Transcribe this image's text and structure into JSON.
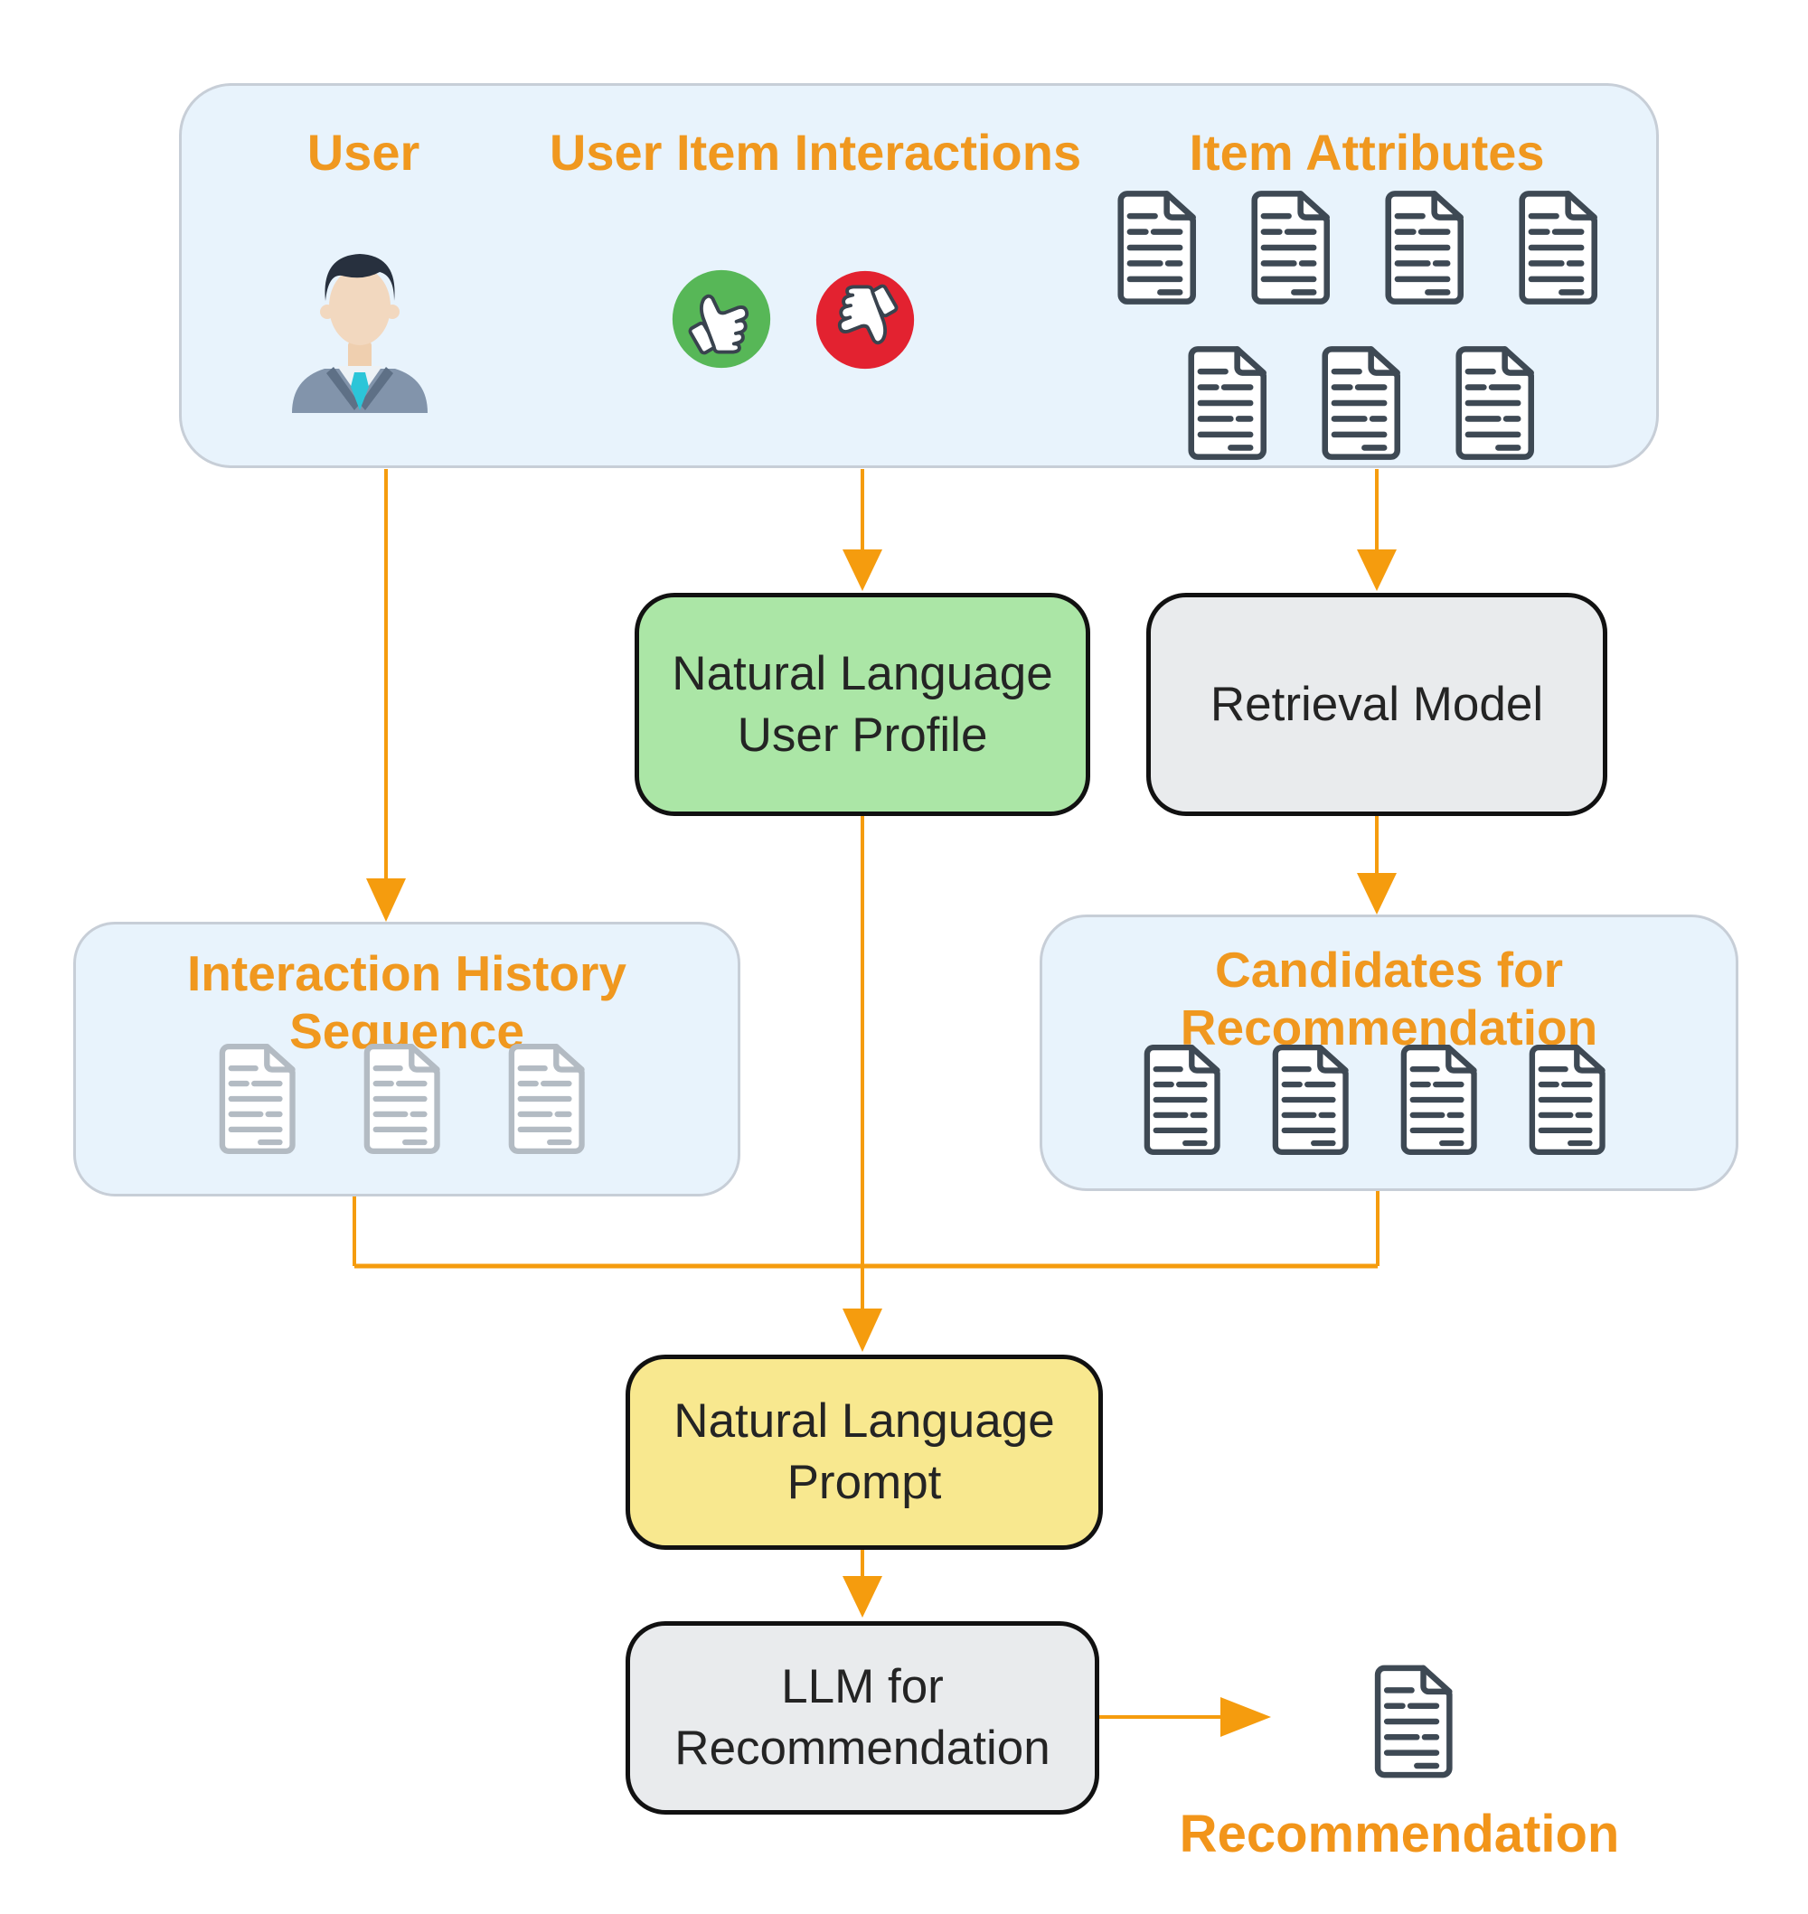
{
  "top_panel": {
    "user_label": "User",
    "interactions_label": "User Item Interactions",
    "item_attributes_label": "Item Attributes",
    "item_attributes_doc_rows": [
      4,
      3
    ]
  },
  "nodes": {
    "nl_user_profile": "Natural Language\nUser Profile",
    "retrieval_model": "Retrieval Model",
    "interaction_history": {
      "title": "Interaction History Sequence",
      "doc_count": 3
    },
    "candidates": {
      "title": "Candidates for Recommendation",
      "doc_count": 4
    },
    "nl_prompt": "Natural Language\nPrompt",
    "llm": "LLM for\nRecommendation",
    "recommendation_label": "Recommendation"
  },
  "icons": {
    "user_avatar": "person-icon",
    "like": "thumbs-up-icon",
    "dislike": "thumbs-down-icon",
    "item_document": "document-icon"
  },
  "colors": {
    "label_orange": "#F0981F",
    "arrow_orange": "#F59C0E",
    "panel_blue_fill": "#E8F3FC",
    "panel_blue_border": "#C7CED7",
    "node_green": "#ABE6A6",
    "node_gray": "#E9EBED",
    "node_yellow": "#F8E88F",
    "node_border": "#111111",
    "doc_dark": "#3E4954",
    "doc_light": "#B3BBC3",
    "like_green": "#57B757",
    "dislike_red": "#E32230"
  }
}
